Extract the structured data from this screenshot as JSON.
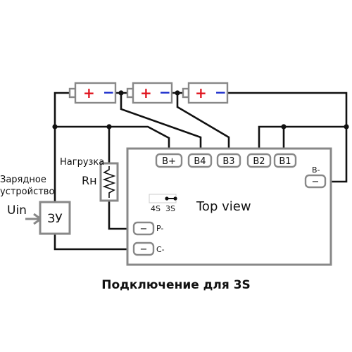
{
  "title": "Подключение для 3S",
  "charger": {
    "label_line1": "Зарядное",
    "label_line2": "устройство",
    "input_label": "Uin",
    "box_label": "ЗУ"
  },
  "load": {
    "label": "Нагрузка",
    "resistor_label": "Rн"
  },
  "board": {
    "view_label": "Top view",
    "pads": {
      "b_plus": "B+",
      "b4": "B4",
      "b3": "B3",
      "b2": "B2",
      "b1": "B1",
      "b_minus_symbol": "−",
      "p_minus_symbol": "−",
      "c_minus_symbol": "−"
    },
    "side_labels": {
      "b_minus": "B-",
      "p_minus": "P-",
      "c_minus": "C-"
    },
    "jumper": {
      "left": "4S",
      "right": "3S"
    }
  },
  "batteries": [
    {
      "plus": "+",
      "minus": "−"
    },
    {
      "plus": "+",
      "minus": "−"
    },
    {
      "plus": "+",
      "minus": "−"
    }
  ],
  "colors": {
    "plus": "#e0141e",
    "minus": "#1a2ccc",
    "outline": "#888888",
    "wire": "#111111"
  }
}
